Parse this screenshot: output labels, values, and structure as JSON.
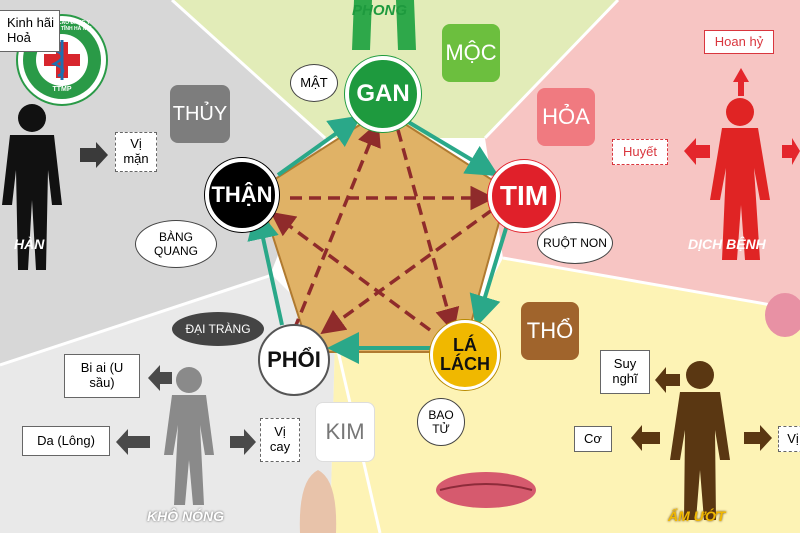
{
  "colors": {
    "wood_bg": "#e2ecb8",
    "fire_bg": "#f7c5c3",
    "earth_bg": "#fdf3b5",
    "metal_bg": "#e9e9e9",
    "water_bg": "#d7d7d7",
    "pentagon": "#e0b266",
    "cycle_arrow": "#2aa889",
    "control_arrow": "#8f2b2b",
    "gan": "#1e9a3e",
    "tim": "#e0202a",
    "la_lach": "#f0b800",
    "phoi": "#ffffff",
    "than": "#000000",
    "moc": "#6cbf3e",
    "hoa": "#f07a80",
    "tho": "#a0642c",
    "kim": "#ffffff",
    "thuy": "#7d7d7d",
    "fire_text": "#d9363e",
    "logo_red": "#d7262d",
    "logo_blue": "#1f6fae",
    "logo_green": "#2a9a47"
  },
  "logo": {
    "ring_text": "TRƯỜNG CAO ĐẲNG Y DƯỢC TUỆ TĨNH HÀ NỘI",
    "abbr": "TTMP"
  },
  "organs": {
    "gan": "GAN",
    "tim": "TIM",
    "la_lach": "LÁ LÁCH",
    "phoi": "PHỔI",
    "than": "THẬN"
  },
  "elements": {
    "moc": "MỘC",
    "hoa": "HỎA",
    "tho": "THỔ",
    "kim": "KIM",
    "thuy": "THỦY"
  },
  "paired_organs": {
    "mat": "MẬT",
    "ruot_non": "RUỘT NON",
    "bao_tu": "BAO TỬ",
    "dai_trang": "ĐẠI TRÀNG",
    "bang_quang": "BÀNG QUANG"
  },
  "climates": {
    "phong": "PHONG",
    "dich_benh": "DỊCH BỆNH",
    "am_uot": "ẨM ƯỚT",
    "kho_nong": "KHÔ NÓNG",
    "han": "HÀN"
  },
  "attributes": {
    "kinh_hai": "Kinh hãi",
    "hoang": "Hoả",
    "vi_man": "Vị mặn",
    "hoan_hy": "Hoan hỷ",
    "huyet": "Huyết",
    "suy_nghi": "Suy nghĩ",
    "co": "Cơ",
    "vi_right": "Vị",
    "bi_ai": "Bi ai (U sầu)",
    "da_long": "Da (Lông)",
    "vi_cay": "Vị cay"
  }
}
